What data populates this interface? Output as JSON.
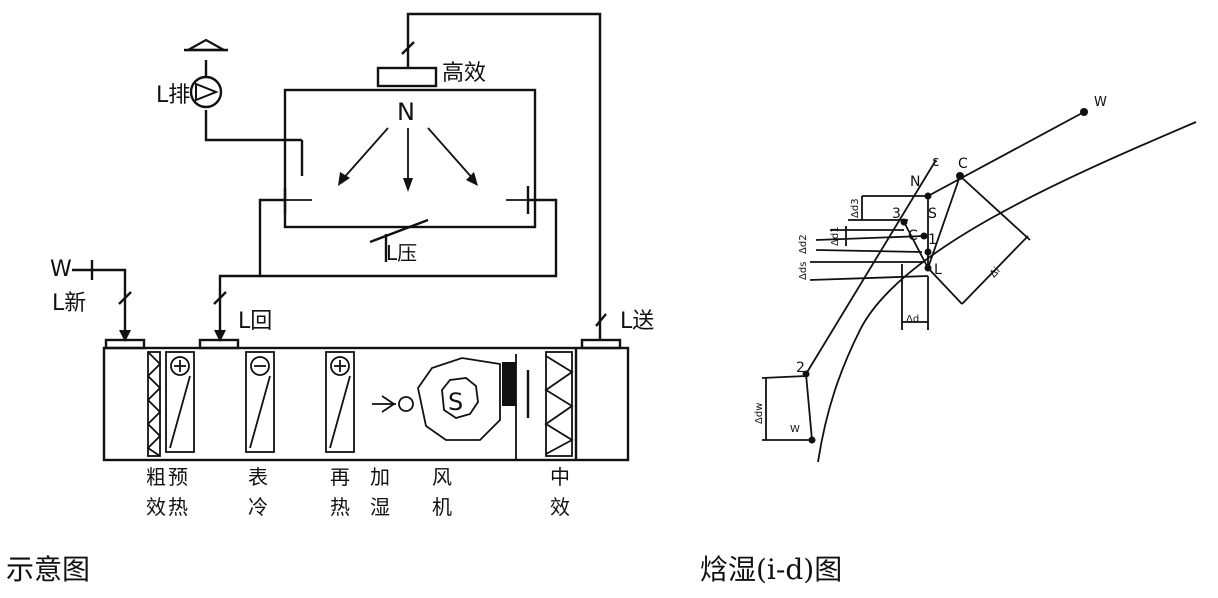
{
  "schematic": {
    "caption": "示意图",
    "hepa_label": "高效",
    "room_label": "N",
    "exhaust_label": "L排",
    "leak_label": "L压",
    "fresh_air_label": "W",
    "fresh_flow_label": "L新",
    "return_flow_label": "L回",
    "supply_flow_label": "L送",
    "sections": {
      "coarse": "粗效",
      "preheat": "预热",
      "cooling": "表冷",
      "reheat": "再热",
      "humidify": "加湿",
      "fan": "风机",
      "medium": "中效"
    },
    "fan_symbol": "S"
  },
  "chart": {
    "caption": "焓湿(i-d)图",
    "labels": {
      "w_point": "W",
      "n_point": "N",
      "eps": "ε",
      "c_upper": "C",
      "c_lower": "C",
      "three": "3",
      "s_point": "S",
      "one": "1",
      "l_point": "L",
      "two": "2",
      "dw_point": "W",
      "d_three": "Δd3",
      "d_one": "Δd1",
      "d_two": "Δd2",
      "d_s": "Δds",
      "d_l": "ΔdL",
      "d_dry": "Δd",
      "d_i": "Δi",
      "d_w": "Δdw"
    }
  }
}
